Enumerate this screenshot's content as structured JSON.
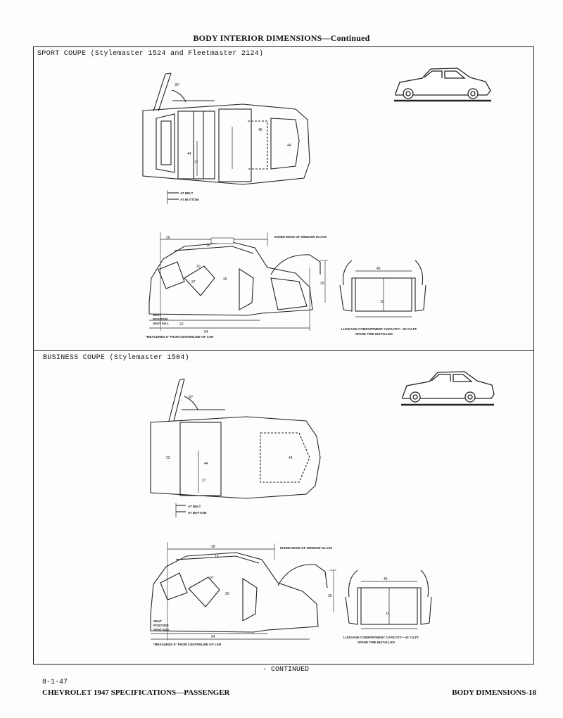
{
  "header": {
    "title": "BODY INTERIOR DIMENSIONS—Continued"
  },
  "sections": [
    {
      "label": "SPORT COUPE (Stylemaster 1524 and Fleetmaster 2124)"
    },
    {
      "label": "BUSINESS COUPE (Stylemaster 1504)"
    }
  ],
  "continued": "· CONTINUED",
  "footer": {
    "date": "8-1-47",
    "left": "CHEVROLET 1947 SPECIFICATIONS—PASSENGER",
    "right": "BODY DIMENSIONS-18"
  },
  "icons": [
    "car-side-view-icon",
    "body-plan-view-icon",
    "body-side-section-icon",
    "luggage-compartment-icon"
  ]
}
